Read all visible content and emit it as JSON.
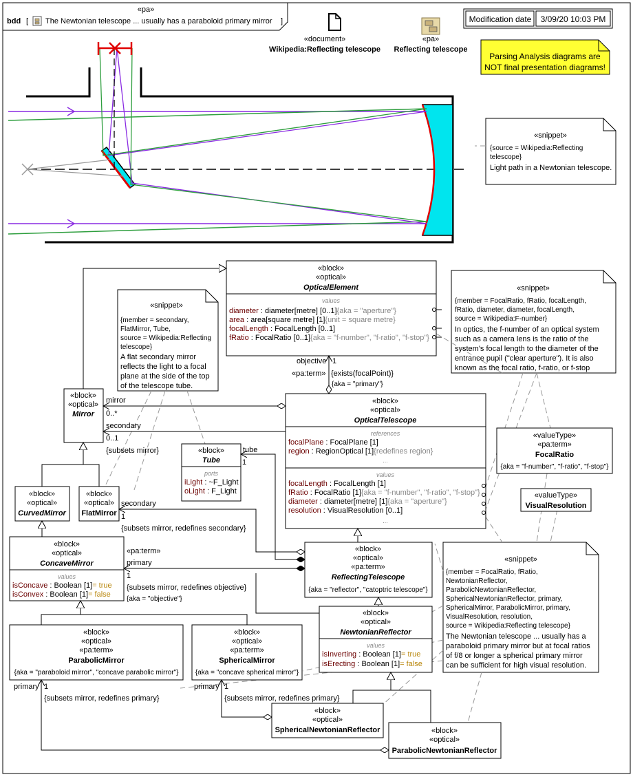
{
  "frame": {
    "kind": "bdd",
    "stereotype": "«pa»",
    "name": "The Newtonian telescope ... usually has a paraboloid primary mirror"
  },
  "header": {
    "document": {
      "stereotype": "«document»",
      "name": "Wikipedia:Reflecting telescope",
      "icon": "document-icon"
    },
    "package": {
      "stereotype": "«pa»",
      "name": "Reflecting telescope",
      "icon": "package-icon"
    },
    "modification": {
      "label": "Modification date",
      "value": "3/09/20 10:03 PM"
    },
    "warning": {
      "line1": "Parsing Analysis diagrams are",
      "line2": "NOT final presentation diagrams!",
      "color": "#ffff33"
    }
  },
  "colors": {
    "cyan": "#00e5ee",
    "purple": "#8a2be2",
    "green": "#2e9e3e",
    "red": "#e00000",
    "gray": "#999999"
  },
  "snippets": {
    "s1": {
      "stereotype": "«snippet»",
      "lines": [
        "{source = Wikipedia:Reflecting",
        "telescope}",
        "Light path in a Newtonian telescope."
      ]
    },
    "s2": {
      "stereotype": "«snippet»",
      "lines": [
        "{member = secondary,",
        "FlatMirror, Tube,",
        "source = Wikipedia:Reflecting",
        " telescope}",
        "A flat secondary mirror",
        "reflects the light to a focal",
        "plane at the side of the top",
        "of the telescope tube."
      ]
    },
    "s3": {
      "stereotype": "«snippet»",
      "lines": [
        "{member = FocalRatio, fRatio, focalLength,",
        "fRatio, diameter, diameter, focalLength,",
        "source = Wikipedia:F-number}",
        "In optics, the f-number of an optical system",
        "such as a camera lens is the ratio of the",
        "system's focal length to the diameter of the",
        "entrance pupil (\"clear aperture\"). It is also",
        "known as the focal ratio, f-ratio, or f-stop"
      ]
    },
    "s4": {
      "stereotype": "«snippet»",
      "lines": [
        "{member = FocalRatio, fRatio,",
        "NewtonianReflector,",
        "ParabolicNewtonianReflector,",
        "SphericalNewtonianReflector, primary,",
        "SphericalMirror, ParabolicMirror, primary,",
        "VisualResolution, resolution,",
        "source = Wikipedia:Reflecting telescope}",
        "The Newtonian telescope ... usually has a",
        "paraboloid primary mirror but at focal ratios",
        "of f/8 or longer a spherical primary mirror",
        "can be sufficient for high visual resolution."
      ]
    }
  },
  "blocks": {
    "opticalElement": {
      "stereotypes": [
        "«block»",
        "«optical»"
      ],
      "name": "OpticalElement",
      "compartment": "values",
      "attrs": [
        {
          "name": "diameter",
          "type": " : diameter[metre] [0..1]",
          "extra": "{aka = \"aperture\"}"
        },
        {
          "name": "area",
          "type": " : area[square metre] [1]",
          "extra": "{unit = square metre}"
        },
        {
          "name": "focalLength",
          "type": " : FocalLength [0..1]",
          "extra": ""
        },
        {
          "name": "fRatio",
          "type": " : FocalRatio [0..1]",
          "extra": "{aka = \"f-number\", \"f-ratio\", \"f-stop\"}"
        }
      ]
    },
    "opticalTelescope": {
      "stereotypes": [
        "«block»",
        "«optical»"
      ],
      "name": "OpticalTelescope",
      "refs_label": "references",
      "refs": [
        {
          "name": "focalPlane",
          "type": " : FocalPlane [1]",
          "extra": ""
        },
        {
          "name": "region",
          "type": " : RegionOptical [1]",
          "extra": "{redefines region}"
        }
      ],
      "values_label": "values",
      "values": [
        {
          "name": "focalLength",
          "type": " : FocalLength [1]",
          "extra": ""
        },
        {
          "name": "fRatio",
          "type": " : FocalRatio [1]",
          "extra": "{aka = \"f-number\", \"f-ratio\", \"f-stop\"}"
        },
        {
          "name": "diameter",
          "type": " : diameter[metre] [1]",
          "extra": "{aka = \"aperture\"}"
        },
        {
          "name": "resolution",
          "type": " : VisualResolution [0..1]",
          "extra": ""
        }
      ],
      "ellipsis": "..."
    },
    "mirror": {
      "stereotypes": [
        "«block»",
        "«optical»"
      ],
      "name": "Mirror"
    },
    "tube": {
      "stereotypes": [
        "«block»"
      ],
      "name": "Tube",
      "ports_label": "ports",
      "ports": [
        {
          "name": "iLight",
          "type": " : ~F_Light"
        },
        {
          "name": "oLight",
          "type": " : F_Light"
        }
      ]
    },
    "curvedMirror": {
      "stereotypes": [
        "«block»",
        "«optical»"
      ],
      "name": "CurvedMirror"
    },
    "flatMirror": {
      "stereotypes": [
        "«block»",
        "«optical»"
      ],
      "name": "FlatMirror"
    },
    "concaveMirror": {
      "stereotypes": [
        "«block»",
        "«optical»"
      ],
      "name": "ConcaveMirror",
      "compartment": "values",
      "attrs": [
        {
          "name": "isConcave",
          "type": " : Boolean [1]",
          "extra": "= true"
        },
        {
          "name": "isConvex",
          "type": " : Boolean [1]",
          "extra": "= false"
        }
      ]
    },
    "reflectingTelescope": {
      "stereotypes": [
        "«block»",
        "«optical»",
        "«pa:term»"
      ],
      "name": "ReflectingTelescope",
      "tag": "{aka = \"reflector\", \"catoptric telescope\"}"
    },
    "newtonianReflector": {
      "stereotypes": [
        "«block»",
        "«optical»"
      ],
      "name": "NewtonianReflector",
      "compartment": "values",
      "attrs": [
        {
          "name": "isInverting",
          "type": " : Boolean [1]",
          "extra": "= true"
        },
        {
          "name": "isErecting",
          "type": " : Boolean [1]",
          "extra": "= false"
        }
      ]
    },
    "parabolicMirror": {
      "stereotypes": [
        "«block»",
        "«optical»",
        "«pa:term»"
      ],
      "name": "ParabolicMirror",
      "tag": "{aka = \"paraboloid mirror\", \"concave parabolic mirror\"}"
    },
    "sphericalMirror": {
      "stereotypes": [
        "«block»",
        "«optical»",
        "«pa:term»"
      ],
      "name": "SphericalMirror",
      "tag": "{aka = \"concave spherical mirror\"}"
    },
    "sphericalNewtonian": {
      "stereotypes": [
        "«block»",
        "«optical»"
      ],
      "name": "SphericalNewtonianReflector"
    },
    "parabolicNewtonian": {
      "stereotypes": [
        "«block»",
        "«optical»"
      ],
      "name": "ParabolicNewtonianReflector"
    },
    "focalRatio": {
      "stereotypes": [
        "«valueType»",
        "«pa:term»"
      ],
      "name": "FocalRatio",
      "tag": "{aka = \"f-number\", \"f-ratio\", \"f-stop\"}"
    },
    "visualResolution": {
      "stereotypes": [
        "«valueType»"
      ],
      "name": "VisualResolution"
    }
  },
  "labels": {
    "objective": "objective",
    "one": "1",
    "exists": "{exists(focalPoint)}",
    "paTerm": "«pa:term»",
    "akaPrimary": "{aka = \"primary\"}",
    "mirror": "mirror",
    "zeroMany": "0..*",
    "secondary": "secondary",
    "zeroOne": "0..1",
    "subsetsMirror": "{subsets mirror}",
    "tube": "tube",
    "secondary2": "secondary",
    "subsetsRedefSecondary": "{subsets mirror, redefines secondary}",
    "primary": "primary",
    "subsetsRedefObjective": "{subsets mirror, redefines objective}",
    "akaObjective": "{aka = \"objective\"}",
    "subsetsRedefPrimary": "{subsets mirror, redefines primary}"
  }
}
